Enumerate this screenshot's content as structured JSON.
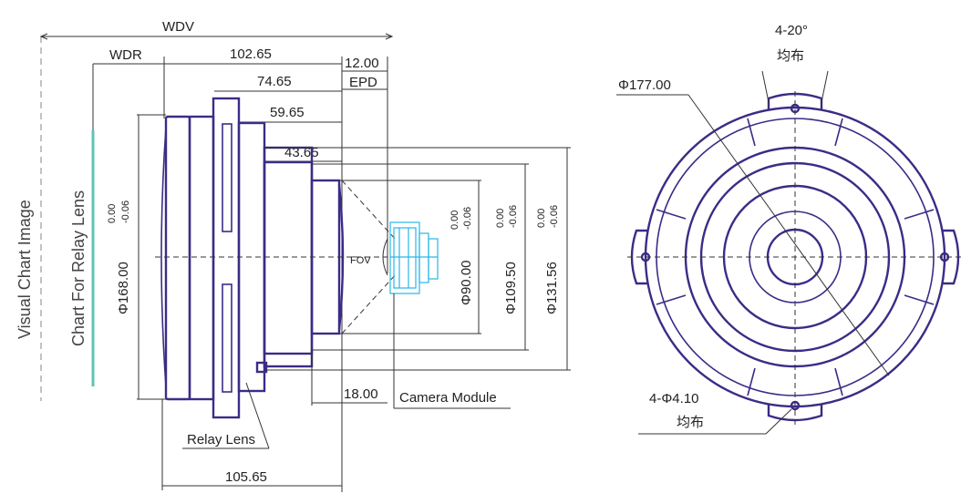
{
  "side_view": {
    "wdv": "WDV",
    "wdr": "WDR",
    "dim_102": "102.65",
    "dim_74": "74.65",
    "dim_59": "59.65",
    "dim_43": "43.65",
    "dim_12": "12.00",
    "epd": "EPD",
    "dim_18": "18.00",
    "dim_105": "105.65",
    "fov": "FOV",
    "camera_module": "Camera Module",
    "relay_lens": "Relay Lens",
    "visual_chart_image": "Visual Chart Image",
    "chart_for_relay_lens": "Chart For Relay Lens",
    "dia_168": "Φ168.00",
    "dia_90": "Φ90.00",
    "dia_109": "Φ109.50",
    "dia_131": "Φ131.56",
    "tol_upper": "0.00",
    "tol_lower": "-0.06"
  },
  "front_view": {
    "dia_177": "Φ177.00",
    "angle": "4-20°",
    "angle_note": "均布",
    "holes": "4-Φ4.10",
    "holes_note": "均布"
  },
  "colors": {
    "lens_outline": "#3d2b86",
    "camera_module": "#29b6e8",
    "chart_bar": "#5ec4b6"
  }
}
